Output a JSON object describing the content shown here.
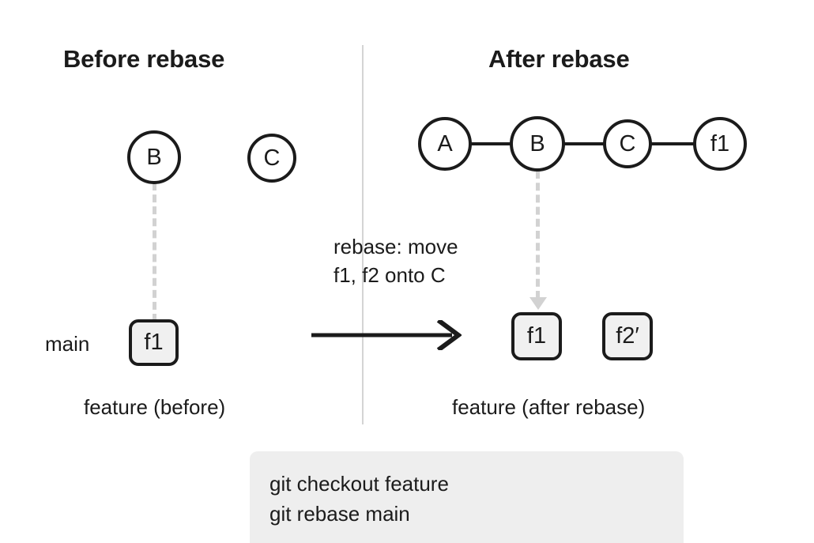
{
  "panels": {
    "before": {
      "title": "Before rebase",
      "branch_label": "main",
      "caption": "feature (before)",
      "circles": [
        {
          "label": "B",
          "name": "commit-node-b"
        },
        {
          "label": "C",
          "name": "commit-node-c"
        }
      ],
      "boxes": [
        {
          "label": "f1",
          "name": "commit-box-f1"
        }
      ]
    },
    "after": {
      "title": "After rebase",
      "caption": "feature (after rebase)",
      "circles": [
        {
          "label": "A",
          "name": "commit-node-a"
        },
        {
          "label": "B",
          "name": "commit-node-b"
        },
        {
          "label": "C",
          "name": "commit-node-c"
        },
        {
          "label": "f1",
          "name": "commit-node-f1"
        }
      ],
      "boxes": [
        {
          "label": "f1",
          "name": "commit-box-f1"
        },
        {
          "label": "f2′",
          "name": "commit-box-f2-prime"
        }
      ]
    }
  },
  "middle": {
    "caption_line1": "rebase: move",
    "caption_line2": "f1, f2 onto C",
    "arrow_name": "rebase-transform-arrow"
  },
  "commands": {
    "line1": "git checkout feature",
    "line2": "git rebase main"
  },
  "colors": {
    "stroke": "#1b1b1b",
    "dashed": "#d2d2d2",
    "divider": "#d4d4d4",
    "box_fill": "#f0f0f0",
    "command_bg": "#eeeeee",
    "background": "#ffffff"
  }
}
